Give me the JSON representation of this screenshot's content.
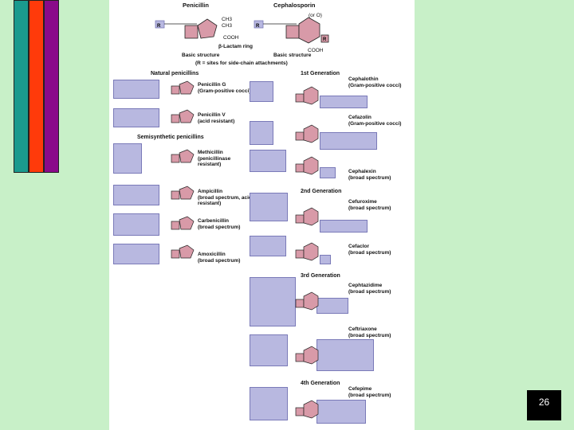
{
  "top": {
    "penicillin_title": "Penicillin",
    "cephalosporin_title": "Cephalosporin",
    "pen_basic": "Basic structure",
    "ceph_basic": "Basic structure",
    "lactam": "β-Lactam ring",
    "note": "(R = sites for side-chain attachments)",
    "cooh1": "COOH",
    "cooh2": "COOH",
    "ch3a": "CH3",
    "ch3b": "CH3",
    "or_o": "(or O)"
  },
  "sections": {
    "natural": "Natural penicillins",
    "semi": "Semisynthetic penicillins",
    "gen1": "1st Generation",
    "gen2": "2nd Generation",
    "gen3": "3rd Generation",
    "gen4": "4th Generation"
  },
  "penicillins": [
    {
      "name": "Penicillin G",
      "note": "(Gram-positive cocci)"
    },
    {
      "name": "Penicillin V",
      "note": "(acid resistant)"
    },
    {
      "name": "Methicillin",
      "note": "(penicillinase resistant)"
    },
    {
      "name": "Ampicillin",
      "note": "(broad spectrum, acid resistant)"
    },
    {
      "name": "Carbenicillin",
      "note": "(broad spectrum)"
    },
    {
      "name": "Amoxicillin",
      "note": "(broad spectrum)"
    }
  ],
  "cephalosporins": [
    {
      "name": "Cephalothin",
      "note": "(Gram-positive cocci)"
    },
    {
      "name": "Cefazolin",
      "note": "(Gram-positive cocci)"
    },
    {
      "name": "Cephalexin",
      "note": "(broad spectrum)"
    },
    {
      "name": "Cefuroxime",
      "note": "(broad spectrum)"
    },
    {
      "name": "Cefaclor",
      "note": "(broad spectrum)"
    },
    {
      "name": "Cephtazidime",
      "note": "(broad spectrum)"
    },
    {
      "name": "Ceftriaxone",
      "note": "(broad spectrum)"
    },
    {
      "name": "Cefepime",
      "note": "(broad spectrum)"
    }
  ],
  "page_number": "26",
  "colors": {
    "background": "#c8f0c8",
    "ring_fill": "#d89aa8",
    "sidechain_fill": "#b8b8e0"
  }
}
